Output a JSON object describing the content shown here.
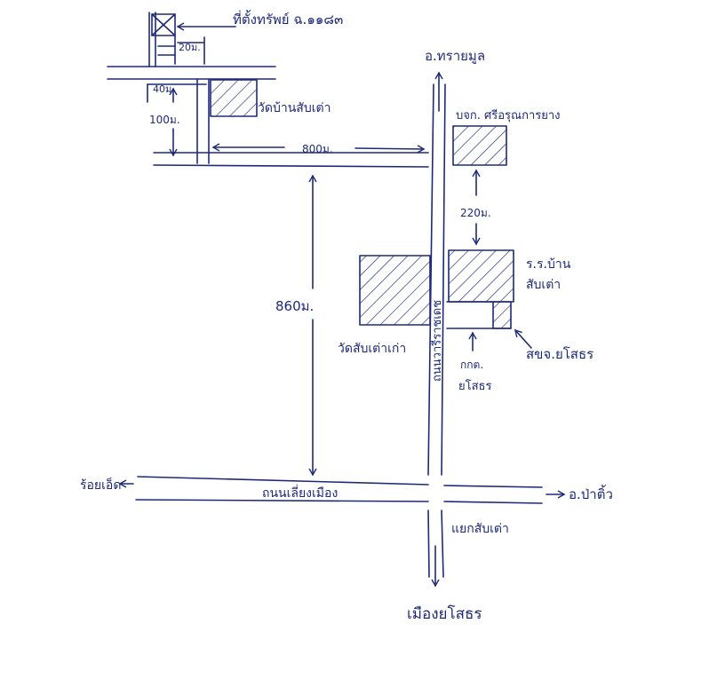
{
  "labels": {
    "property": "ที่ตั้งทรัพย์ ฉ.๑๑๘๓",
    "dim_20m": "20ม.",
    "dim_40m": "40ม.",
    "dim_100m": "100ม.",
    "temple_ban_sap_tao": "วัดบ้านสับเต่า",
    "dist_800m": "800ม.",
    "to_sai_mun": "อ.ทรายมูล",
    "credit_coop": "บจก. ศรีอรุณการยาง",
    "dist_220m": "220ม.",
    "school_line1": "ร.ร.บ้าน",
    "school_line2": "สับเต่า",
    "dist_860m": "860ม.",
    "road_ratchadamnoen": "ถนนวารีราชเดช",
    "temple_sap_tao_old": "วัดสับเต่าเก่า",
    "police_line1": "กกต.",
    "police_line2": "ยโสธร",
    "health_center": "สขจ.ยโสธร",
    "to_roi_et": "ร้อยเอ็ด",
    "road_liang_mueang": "ถนนเลี่ยงเมือง",
    "to_pa_tio": "อ.ป่าติ้ว",
    "junction": "แยกสับเต่า",
    "to_yasothon": "เมืองยโสธร"
  },
  "colors": {
    "ink": "#1e2a78",
    "background": "#ffffff"
  }
}
